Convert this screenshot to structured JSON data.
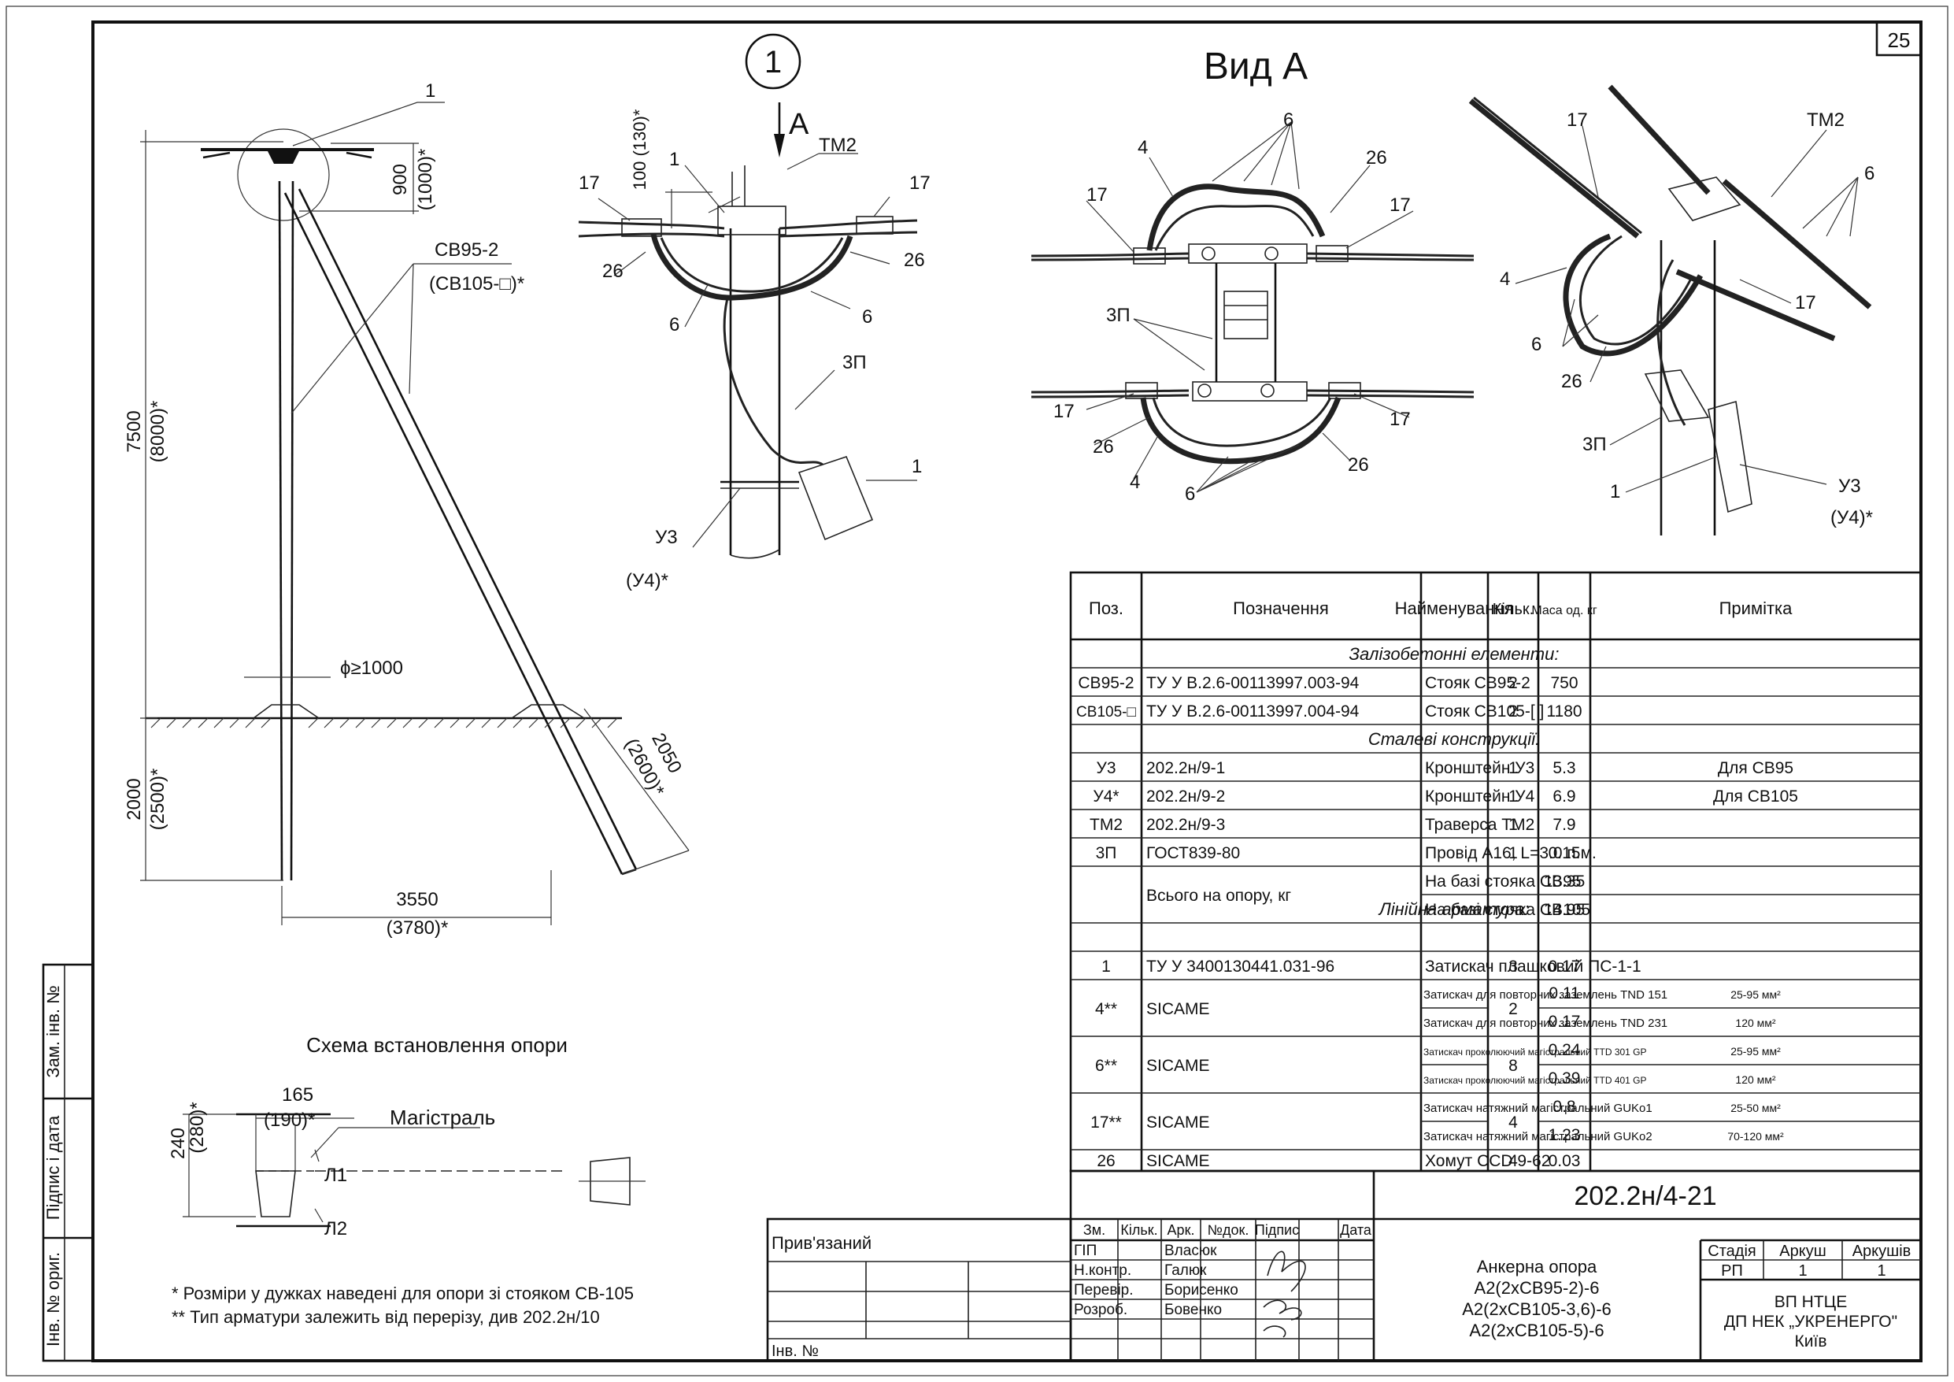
{
  "sheet": {
    "sheet_number": "25",
    "view_label": "Вид А",
    "node_label": "1",
    "arrow_label": "A",
    "install_scheme_caption": "Схема встановлення опори",
    "mainline_label": "Магістраль",
    "phase_l1": "Л1",
    "phase_l2": "Л2",
    "note_1": "* Розміри у дужках наведені для опори зі стояком СВ-105",
    "note_2": "** Тип арматури залежить від перерізу, див 202.2н/10"
  },
  "pole_drawing": {
    "callout_1": "1",
    "pole_name": "СВ95-2",
    "pole_name_alt": "(СВ105-□)*",
    "dim_900": "900",
    "dim_1000": "(1000)*",
    "dim_7500": "7500",
    "dim_8000": "(8000)*",
    "dim_2000": "2000",
    "dim_2500": "(2500)*",
    "dim_2050": "2050",
    "dim_2600": "(2600)*",
    "dim_3550": "3550",
    "dim_3780": "(3780)*",
    "dim_phi": "ϕ≥1000"
  },
  "scheme_dims": {
    "dim_165": "165",
    "dim_190": "(190)*",
    "dim_240": "240",
    "dim_280": "(280)*"
  },
  "node_labels": {
    "l_1": "1",
    "l_100": "100 (130)*",
    "l_tm2": "ТМ2",
    "l_17a": "17",
    "l_17b": "17",
    "l_26a": "26",
    "l_26b": "26",
    "l_6a": "6",
    "l_6b": "6",
    "l_3p": "3П",
    "l_1b": "1",
    "l_u3": "У3",
    "l_u4": "(У4)*"
  },
  "view_a_labels": {
    "l_6top": "6",
    "l_4top": "4",
    "l_26top": "26",
    "l_17tl": "17",
    "l_17tr": "17",
    "l_3p": "3П",
    "l_17bl": "17",
    "l_17br": "17",
    "l_26bl": "26",
    "l_4bl": "4",
    "l_26br": "26",
    "l_6bot": "6"
  },
  "iso_labels": {
    "l_17": "17",
    "l_tm2": "ТМ2",
    "l_6": "6",
    "l_4": "4",
    "l_17b": "17",
    "l_6b": "6",
    "l_26": "26",
    "l_3p": "3П",
    "l_1": "1",
    "l_u3": "У3",
    "l_u4": "(У4)*"
  },
  "spec_table": {
    "headers": [
      "Поз.",
      "Позначення",
      "Найменування",
      "Кільк.",
      "Маса од. кг",
      "Примітка"
    ],
    "section_1": "Залізобетонні елементи:",
    "section_2": "Сталеві конструкції:",
    "section_3": "Лінійна арматура:",
    "r1": [
      "СВ95-2",
      "ТУ У В.2.6-00113997.003-94",
      "Стояк СВ95-2",
      "2",
      "750",
      ""
    ],
    "r2": [
      "СВ105-□",
      "ТУ У В.2.6-00113997.004-94",
      "Стояк СВ105-[     ]",
      "2",
      "1180",
      ""
    ],
    "r3": [
      "У3",
      "202.2н/9-1",
      "Кронштейн У3",
      "1",
      "5.3",
      "Для СВ95"
    ],
    "r4": [
      "У4*",
      "202.2н/9-2",
      "Кронштейн У4",
      "1",
      "6.9",
      "Для СВ105"
    ],
    "r5": [
      "ТМ2",
      "202.2н/9-3",
      "Траверса ТМ2",
      "1",
      "7.9",
      ""
    ],
    "r6": [
      "3П",
      "ГОСТ839-80",
      "Провід А16, L=3.0 п.м.",
      "1",
      "0.15",
      ""
    ],
    "r7_desig": "Всього на опору, кг",
    "r7a_name": "На базі стояка СВ95",
    "r7a_mass": "13.35",
    "r7b_name": "На базі стояка СВ105",
    "r7b_mass": "14.95",
    "r8": [
      "1",
      "ТУ У 3400130441.031-96",
      "Затискач плашковий ПС-1-1",
      "3",
      "0.17",
      ""
    ],
    "r9_pos": "4**",
    "r9_desig": "SICAME",
    "r9_qty": "2",
    "r9a_name": "Затискач для повторних заземлень TND 151",
    "r9a_mass": "0.11",
    "r9a_note": "25-95 мм²",
    "r9b_name": "Затискач для повторних заземлень TND 231",
    "r9b_mass": "0.17",
    "r9b_note": "120 мм²",
    "r10_pos": "6**",
    "r10_desig": "SICAME",
    "r10_qty": "8",
    "r10a_name": "Затискач проколюючий магістральний TTD 301 GP",
    "r10a_mass": "0.24",
    "r10a_note": "25-95 мм²",
    "r10b_name": "Затискач проколюючий магістральний TTD 401 GP",
    "r10b_mass": "0.39",
    "r10b_note": "120 мм²",
    "r11_pos": "17**",
    "r11_desig": "SICAME",
    "r11_qty": "4",
    "r11a_name": "Затискач натяжний магістральний GUKo1",
    "r11a_mass": "0.8",
    "r11a_note": "25-50 мм²",
    "r11b_name": "Затискач натяжний магістральний GUKo2",
    "r11b_mass": "1.23",
    "r11b_note": "70-120 мм²",
    "r12": [
      "26",
      "SICAME",
      "Хомут CCD 9-62",
      "4",
      "0.03",
      ""
    ]
  },
  "title_block": {
    "doc_code": "202.2н/4-21",
    "hdr_zm": "Зм.",
    "hdr_kilk": "Кільк.",
    "hdr_ark": "Арк.",
    "hdr_ndok": "№док.",
    "hdr_pidpys": "Підпис",
    "hdr_data": "Дата",
    "role_gip": "ГІП",
    "name_gip": "Власюк",
    "role_nkontr": "Н.контр.",
    "name_nkontr": "Галюк",
    "role_perevir": "Перевір.",
    "name_perevir": "Борисенко",
    "role_rozrob": "Розроб.",
    "name_rozrob": "Бовенко",
    "title_1": "Анкерна опора",
    "title_2": "А2(2хСВ95-2)-6",
    "title_3": "А2(2хСВ105-3,6)-6",
    "title_4": "А2(2хСВ105-5)-6",
    "stage_hdr": "Стадія",
    "sheet_hdr": "Аркуш",
    "sheets_hdr": "Аркушів",
    "stage": "РП",
    "sheet": "1",
    "sheets": "1",
    "org_1": "ВП НТЦЕ",
    "org_2": "ДП НЕК „УКРЕНЕРГО\"",
    "org_3": "Київ",
    "bound": "Прив'язаний",
    "inv_no": "Інв. №"
  },
  "side_stamp": {
    "zam_inv": "Зам. інв. №",
    "pidpys_data": "Підпис і дата",
    "inv_orig": "Інв. № ориг."
  }
}
